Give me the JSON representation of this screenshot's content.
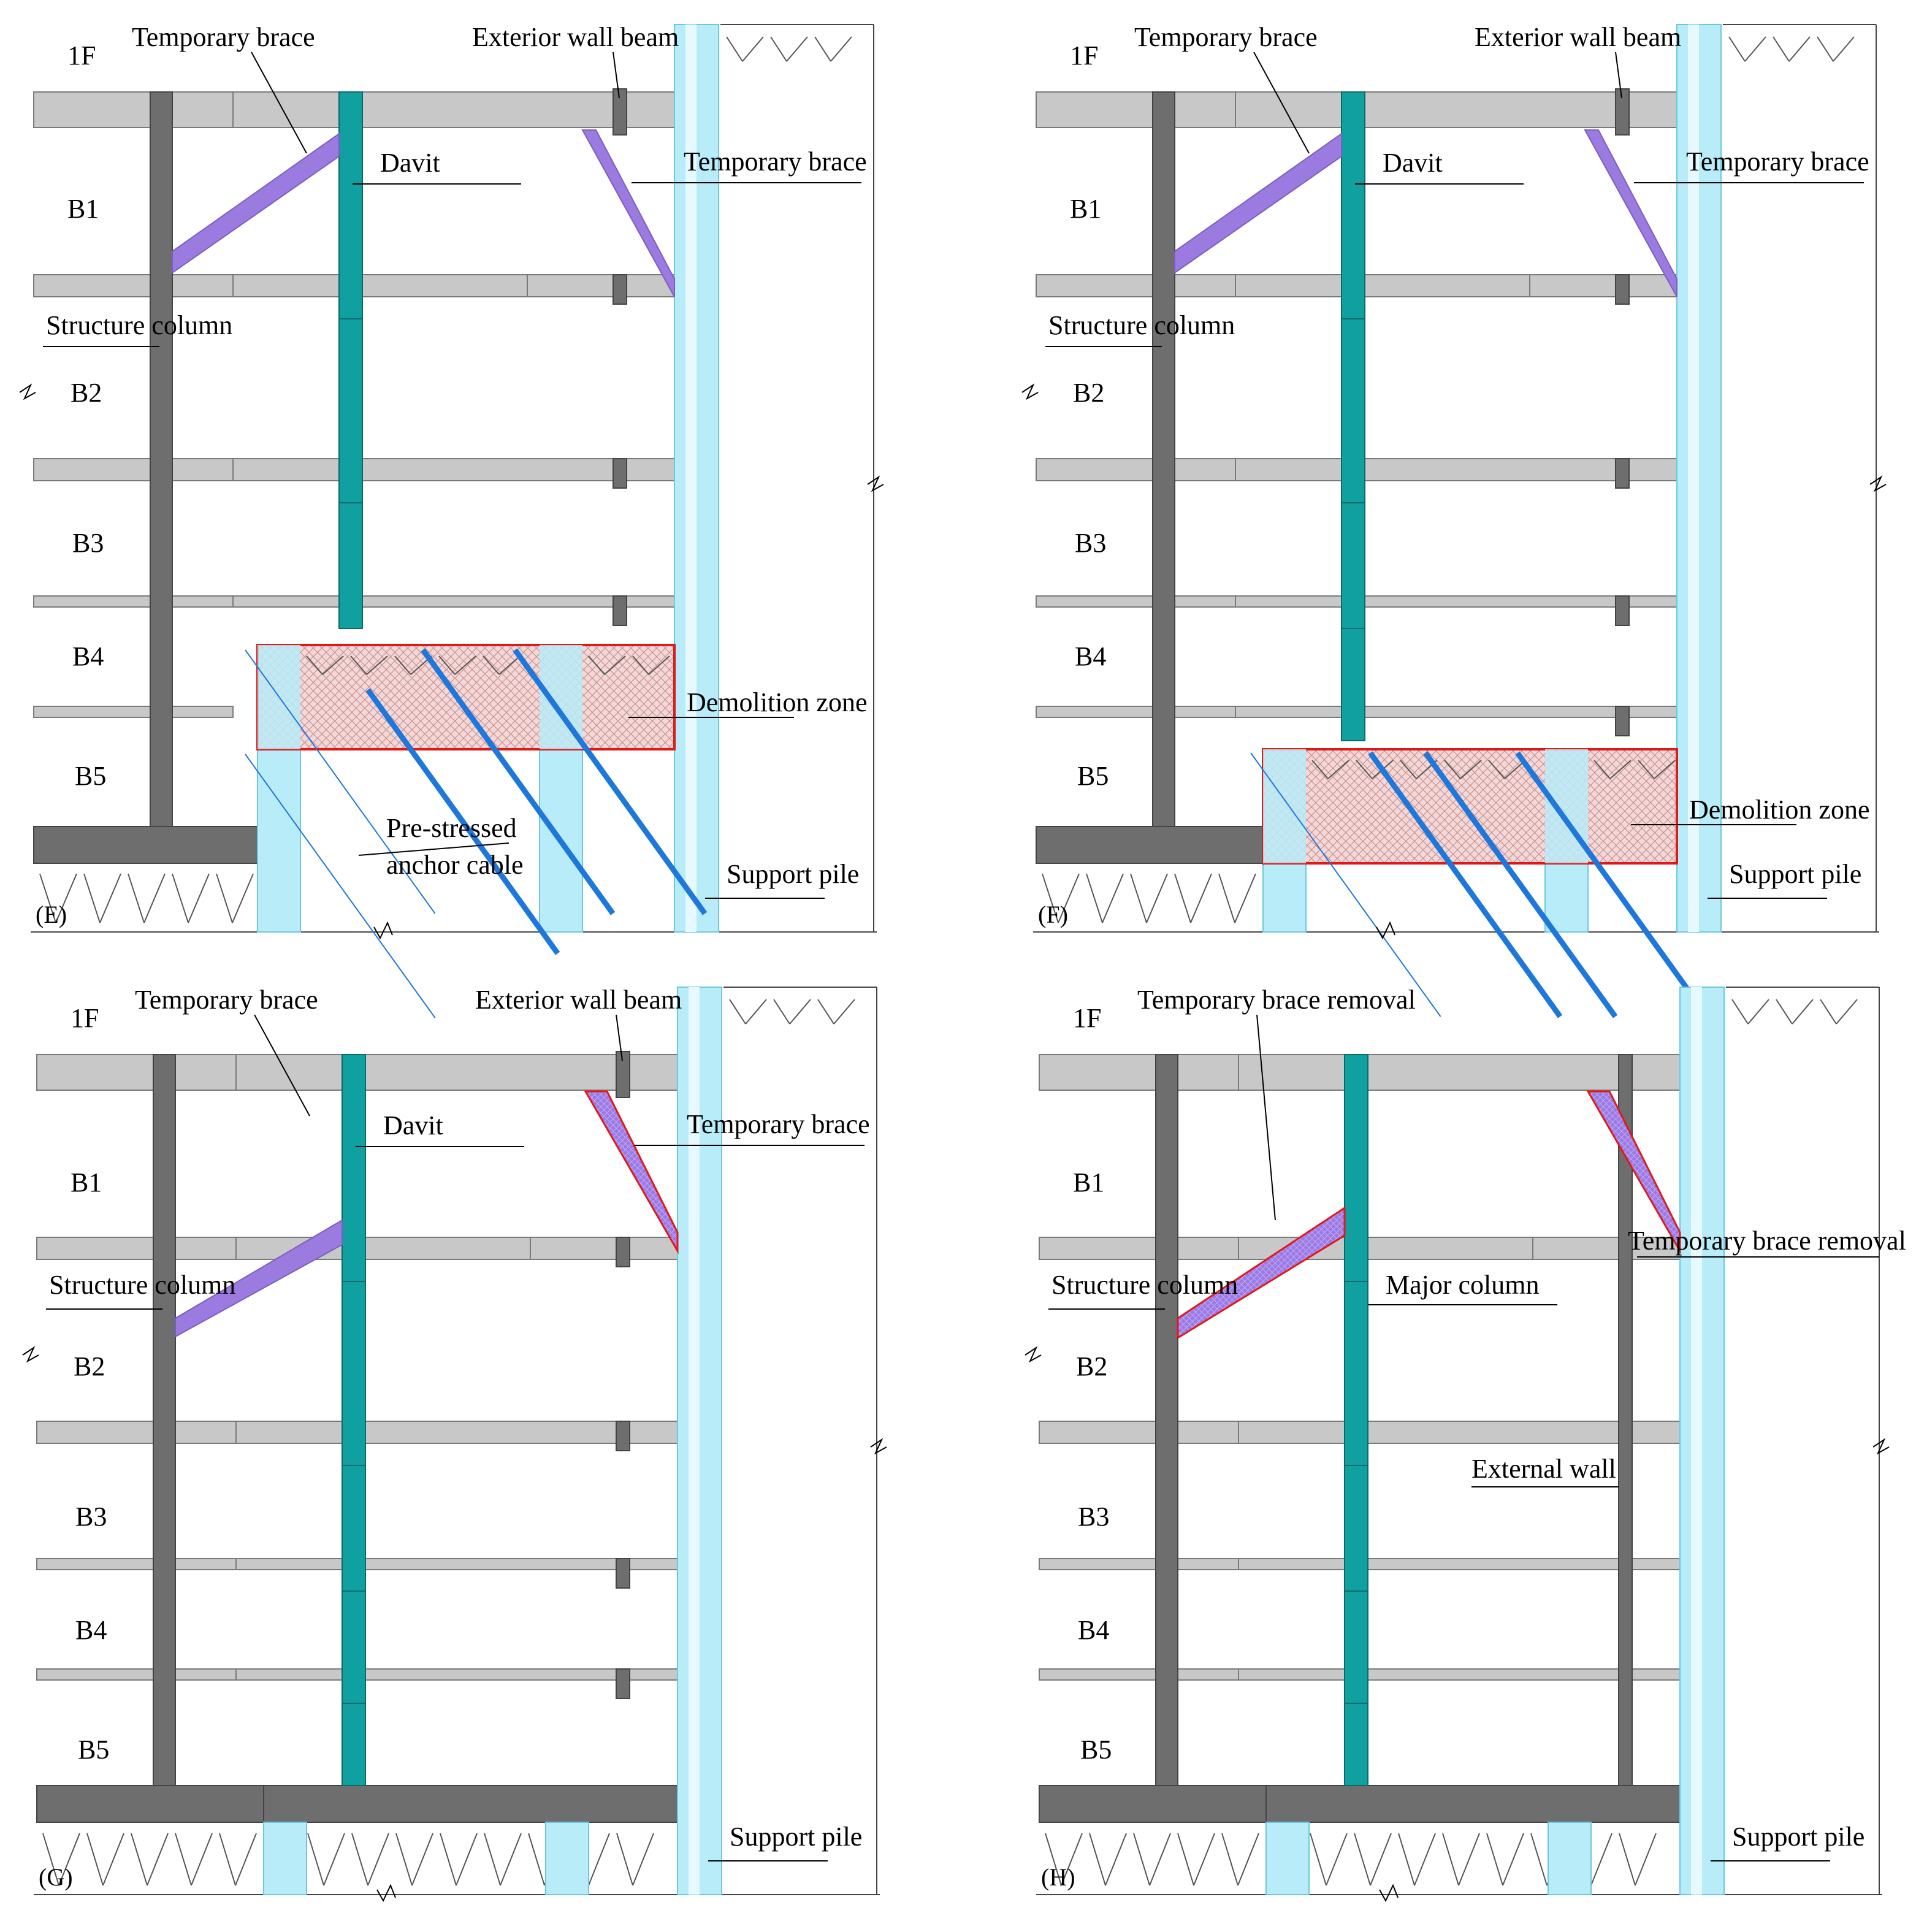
{
  "colors": {
    "slab": "#c8c8c8",
    "slab_stroke": "#7a7a7a",
    "column": "#6e6e6e",
    "davit": "#10a0a0",
    "pile": "#b8ecf8",
    "brace": "#9b7be0",
    "cable": "#1e78dc",
    "zone_stroke": "#e01818",
    "zone_fill": "#f4d8d8",
    "soil_line": "#555555"
  },
  "panels": [
    {
      "id": "E",
      "panel_label": "(E)",
      "level_labels": [
        "1F",
        "B1",
        "B2",
        "B3",
        "B4",
        "B5"
      ],
      "labels": {
        "temp_brace_left": "Temporary brace",
        "exterior_wall_beam": "Exterior wall beam",
        "davit": "Davit",
        "temp_brace_right": "Temporary brace",
        "structure_column": "Structure column",
        "demolition_zone": "Demolition zone",
        "anchor_cable_line1": "Pre-stressed",
        "anchor_cable_line2": "anchor cable",
        "support_pile": "Support pile"
      }
    },
    {
      "id": "F",
      "panel_label": "(F)",
      "level_labels": [
        "1F",
        "B1",
        "B2",
        "B3",
        "B4",
        "B5"
      ],
      "labels": {
        "temp_brace_left": "Temporary brace",
        "exterior_wall_beam": "Exterior wall beam",
        "davit": "Davit",
        "temp_brace_right": "Temporary brace",
        "structure_column": "Structure column",
        "demolition_zone": "Demolition zone",
        "support_pile": "Support pile"
      }
    },
    {
      "id": "G",
      "panel_label": "(G)",
      "level_labels": [
        "1F",
        "B1",
        "B2",
        "B3",
        "B4",
        "B5"
      ],
      "labels": {
        "temp_brace_left": "Temporary brace",
        "exterior_wall_beam": "Exterior wall beam",
        "davit": "Davit",
        "temp_brace_right": "Temporary brace",
        "structure_column": "Structure column",
        "support_pile": "Support pile"
      }
    },
    {
      "id": "H",
      "panel_label": "(H)",
      "level_labels": [
        "1F",
        "B1",
        "B2",
        "B3",
        "B4",
        "B5"
      ],
      "labels": {
        "temp_brace_left": "Temporary brace removal",
        "temp_brace_right": "Temporary brace removal",
        "structure_column": "Structure column",
        "major_column": "Major column",
        "external_wall": "External wall",
        "support_pile": "Support pile"
      }
    }
  ]
}
